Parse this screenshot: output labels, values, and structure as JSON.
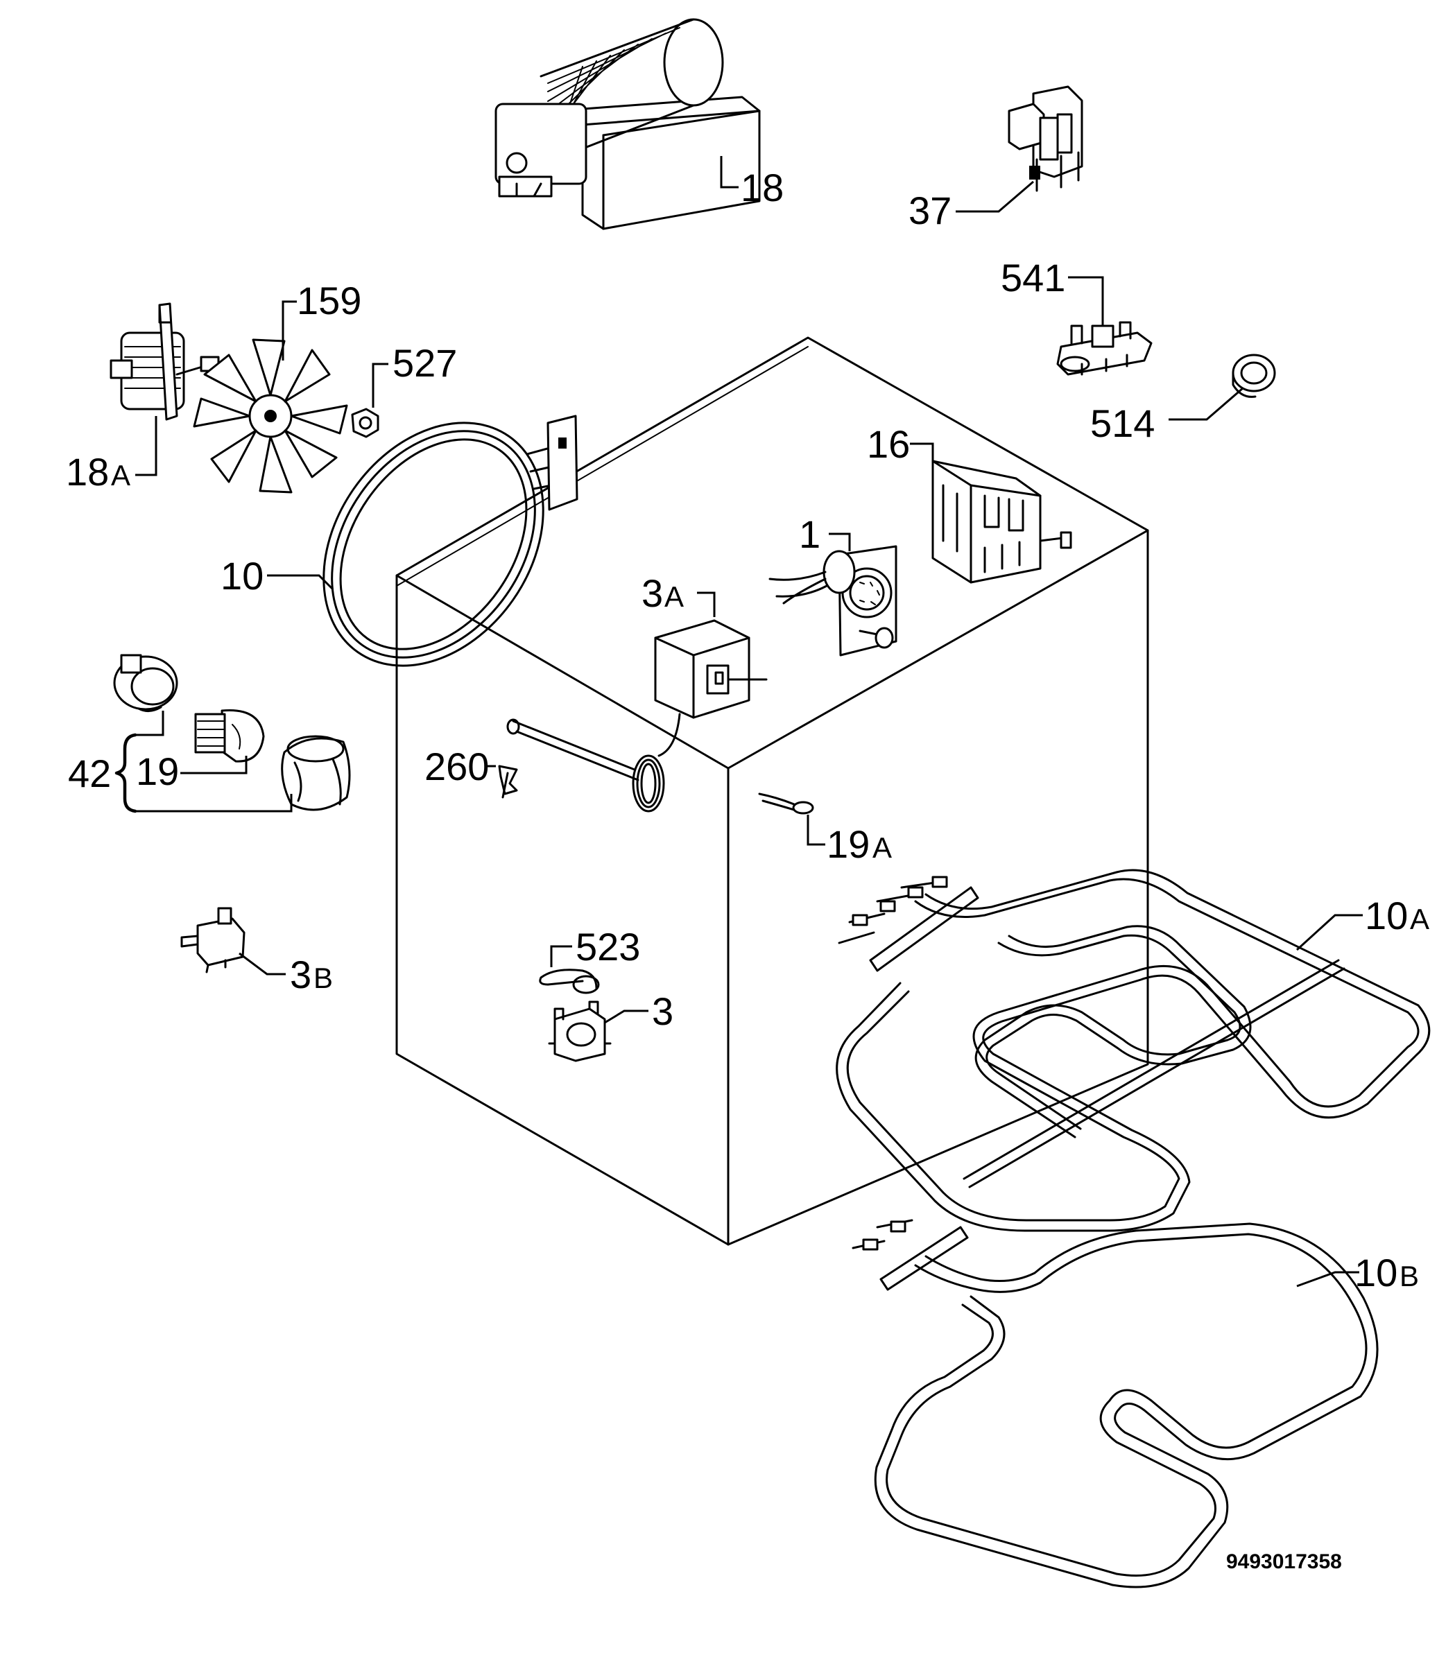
{
  "labels": {
    "l18": "18",
    "l37": "37",
    "l159": "159",
    "l527": "527",
    "l541": "541",
    "l514": "514",
    "l18a_num": "18",
    "l18a_suf": "A",
    "l16": "16",
    "l1": "1",
    "l10": "10",
    "l3a_num": "3",
    "l3a_suf": "A",
    "l42": "42",
    "l19": "19",
    "l260": "260",
    "l19a_num": "19",
    "l19a_suf": "A",
    "l10a_num": "10",
    "l10a_suf": "A",
    "l523": "523",
    "l3": "3",
    "l3b_num": "3",
    "l3b_suf": "B",
    "l10b_num": "10",
    "l10b_suf": "B"
  },
  "document_number": "9493017358"
}
